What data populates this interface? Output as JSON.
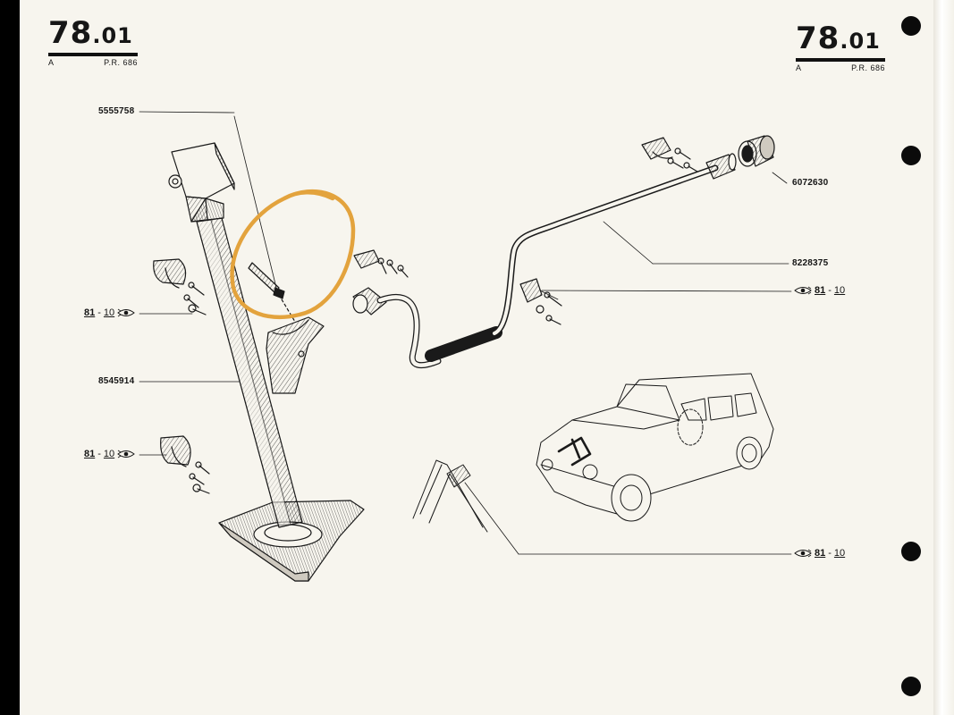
{
  "header": {
    "left": {
      "number": "78",
      "suffix": ".01",
      "edition": "A",
      "ref": "P.R. 686"
    },
    "right": {
      "number": "78",
      "suffix": ".01",
      "edition": "A",
      "ref": "P.R. 686"
    }
  },
  "parts": [
    {
      "id": "p1",
      "label": "5555758"
    },
    {
      "id": "p2",
      "label": "8545914"
    },
    {
      "id": "p3",
      "label": "6072630"
    },
    {
      "id": "p4",
      "label": "8228375"
    }
  ],
  "references": [
    {
      "id": "r1",
      "major": "81",
      "minor": "10"
    },
    {
      "id": "r2",
      "major": "81",
      "minor": "10"
    },
    {
      "id": "r3",
      "major": "81",
      "minor": "10"
    },
    {
      "id": "r4",
      "major": "81",
      "minor": "10"
    }
  ],
  "colors": {
    "page": "#f7f5ee",
    "ink": "#1a1a1a",
    "highlight_circle": "#e3a33d",
    "punch_holes": "#0b0b0b"
  }
}
